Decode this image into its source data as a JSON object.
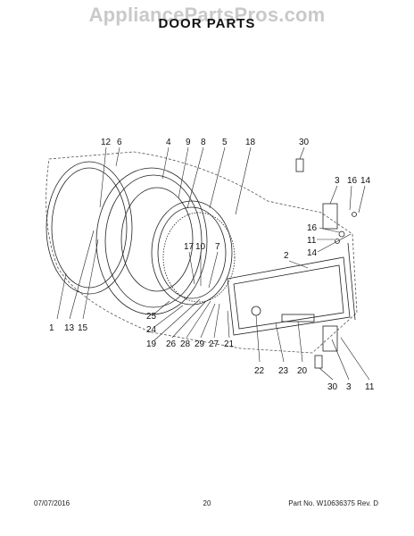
{
  "header": {
    "watermark": "AppliancePartsPros.com",
    "title": "DOOR PARTS"
  },
  "callouts": [
    {
      "id": "c-12",
      "label": "12"
    },
    {
      "id": "c-6",
      "label": "6"
    },
    {
      "id": "c-4",
      "label": "4"
    },
    {
      "id": "c-9",
      "label": "9"
    },
    {
      "id": "c-8",
      "label": "8"
    },
    {
      "id": "c-5",
      "label": "5"
    },
    {
      "id": "c-18",
      "label": "18"
    },
    {
      "id": "c-30a",
      "label": "30"
    },
    {
      "id": "c-3a",
      "label": "3"
    },
    {
      "id": "c-16a",
      "label": "16"
    },
    {
      "id": "c-14a",
      "label": "14"
    },
    {
      "id": "c-16b",
      "label": "16"
    },
    {
      "id": "c-11a",
      "label": "11"
    },
    {
      "id": "c-14b",
      "label": "14"
    },
    {
      "id": "c-17",
      "label": "17"
    },
    {
      "id": "c-10",
      "label": "10"
    },
    {
      "id": "c-7",
      "label": "7"
    },
    {
      "id": "c-2",
      "label": "2"
    },
    {
      "id": "c-1",
      "label": "1"
    },
    {
      "id": "c-13",
      "label": "13"
    },
    {
      "id": "c-15",
      "label": "15"
    },
    {
      "id": "c-25",
      "label": "25"
    },
    {
      "id": "c-24",
      "label": "24"
    },
    {
      "id": "c-19",
      "label": "19"
    },
    {
      "id": "c-26",
      "label": "26"
    },
    {
      "id": "c-28",
      "label": "28"
    },
    {
      "id": "c-29",
      "label": "29"
    },
    {
      "id": "c-27",
      "label": "27"
    },
    {
      "id": "c-21",
      "label": "21"
    },
    {
      "id": "c-22",
      "label": "22"
    },
    {
      "id": "c-23",
      "label": "23"
    },
    {
      "id": "c-20",
      "label": "20"
    },
    {
      "id": "c-30b",
      "label": "30"
    },
    {
      "id": "c-3b",
      "label": "3"
    },
    {
      "id": "c-11b",
      "label": "11"
    }
  ],
  "footer": {
    "date": "07/07/2016",
    "page": "20",
    "part_no": "Part No. W10636375  Rev. D"
  }
}
